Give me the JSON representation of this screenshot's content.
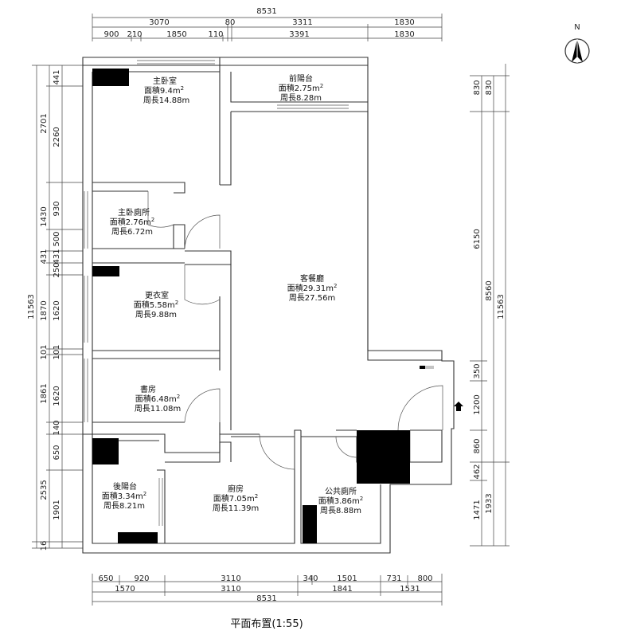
{
  "title": "平面布置(1:55)",
  "north_label": "N",
  "rooms": [
    {
      "name": "主卧室",
      "area": "面積9.4m",
      "sup": "2",
      "perim": "周長14.88m"
    },
    {
      "name": "前陽台",
      "area": "面積2.75m",
      "sup": "2",
      "perim": "周長8.28m"
    },
    {
      "name": "主卧廁所",
      "area": "面積2.76m",
      "sup": "2",
      "perim": "周長6.72m"
    },
    {
      "name": "更衣室",
      "area": "面積5.58m",
      "sup": "2",
      "perim": "周長9.88m"
    },
    {
      "name": "客餐廳",
      "area": "面積29.31m",
      "sup": "2",
      "perim": "周長27.56m"
    },
    {
      "name": "書房",
      "area": "面積6.48m",
      "sup": "2",
      "perim": "周長11.08m"
    },
    {
      "name": "後陽台",
      "area": "面積3.34m",
      "sup": "2",
      "perim": "周長8.21m"
    },
    {
      "name": "廚房",
      "area": "面積7.05m",
      "sup": "2",
      "perim": "周長11.39m"
    },
    {
      "name": "公共廁所",
      "area": "面積3.86m",
      "sup": "2",
      "perim": "周長8.88m"
    }
  ],
  "dims": {
    "top_total": "8531",
    "top_row2": [
      "3070",
      "80",
      "3311",
      "1830"
    ],
    "top_row3": [
      "900",
      "210",
      "1850",
      "110",
      "3391",
      "1830"
    ],
    "left_outer": [
      "2701",
      "1430",
      "431",
      "1870",
      "101",
      "1861",
      "2535",
      "16"
    ],
    "left_total": "11563",
    "left_inner": [
      "441",
      "2260",
      "930",
      "500",
      "431",
      "250",
      "1620",
      "101",
      "1620",
      "140",
      "650",
      "1901"
    ],
    "right_inner": [
      "830",
      "6150",
      "350",
      "1200",
      "860",
      "462",
      "1471"
    ],
    "right_mid": [
      "830",
      "8560",
      "1933"
    ],
    "right_total": "11563",
    "bottom_row1": [
      "650",
      "920",
      "3110",
      "340",
      "1501",
      "731",
      "800"
    ],
    "bottom_row2": [
      "1570",
      "3110",
      "1841",
      "1531"
    ],
    "bottom_total": "8531"
  }
}
